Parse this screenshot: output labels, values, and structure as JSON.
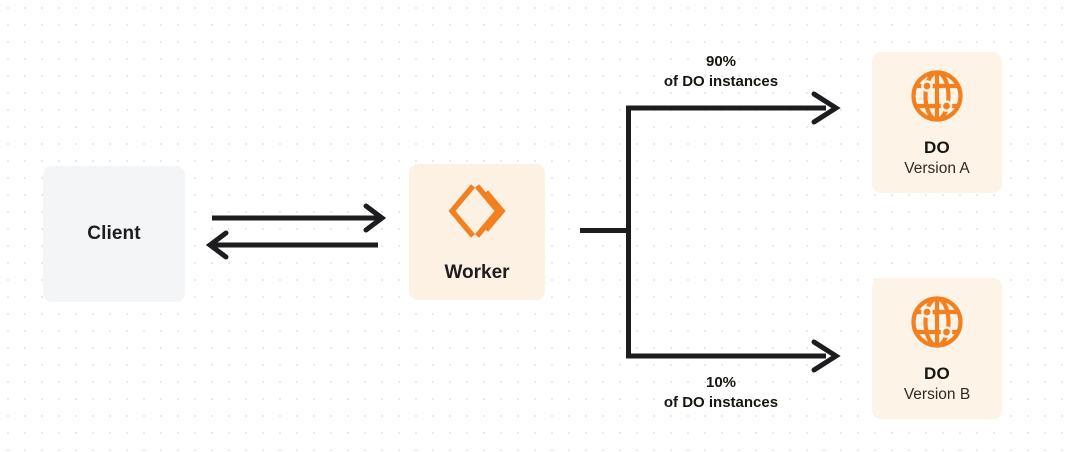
{
  "diagram": {
    "type": "architecture-flow",
    "background": {
      "color": "#ffffff",
      "dot_grid_color": "#e9e9ee"
    },
    "nodes": [
      {
        "id": "client",
        "label": "Client",
        "background": "#f4f5f7",
        "text_color": "#1d1d1f"
      },
      {
        "id": "worker",
        "label": "Worker",
        "background": "#fdf1e3",
        "icon": "cloudflare-workers-icon",
        "icon_color": "#f38020",
        "text_color": "#1d1d1f"
      },
      {
        "id": "do-a",
        "label": "DO",
        "sublabel": "Version A",
        "background": "#fdf3e7",
        "icon": "durable-object-globe-icon",
        "icon_color": "#f38020",
        "text_color": "#16160f"
      },
      {
        "id": "do-b",
        "label": "DO",
        "sublabel": "Version B",
        "background": "#fdf3e7",
        "icon": "durable-object-globe-icon",
        "icon_color": "#f38020",
        "text_color": "#16160f"
      }
    ],
    "edges": [
      {
        "id": "client-to-worker",
        "direction": "right",
        "label": ""
      },
      {
        "id": "worker-to-client",
        "direction": "left",
        "label": ""
      },
      {
        "id": "worker-to-do-a",
        "direction": "right",
        "percent": "90%",
        "description": "of DO instances"
      },
      {
        "id": "worker-to-do-b",
        "direction": "right",
        "percent": "10%",
        "description": "of DO instances"
      }
    ],
    "stroke_color": "#1d1d1f"
  }
}
